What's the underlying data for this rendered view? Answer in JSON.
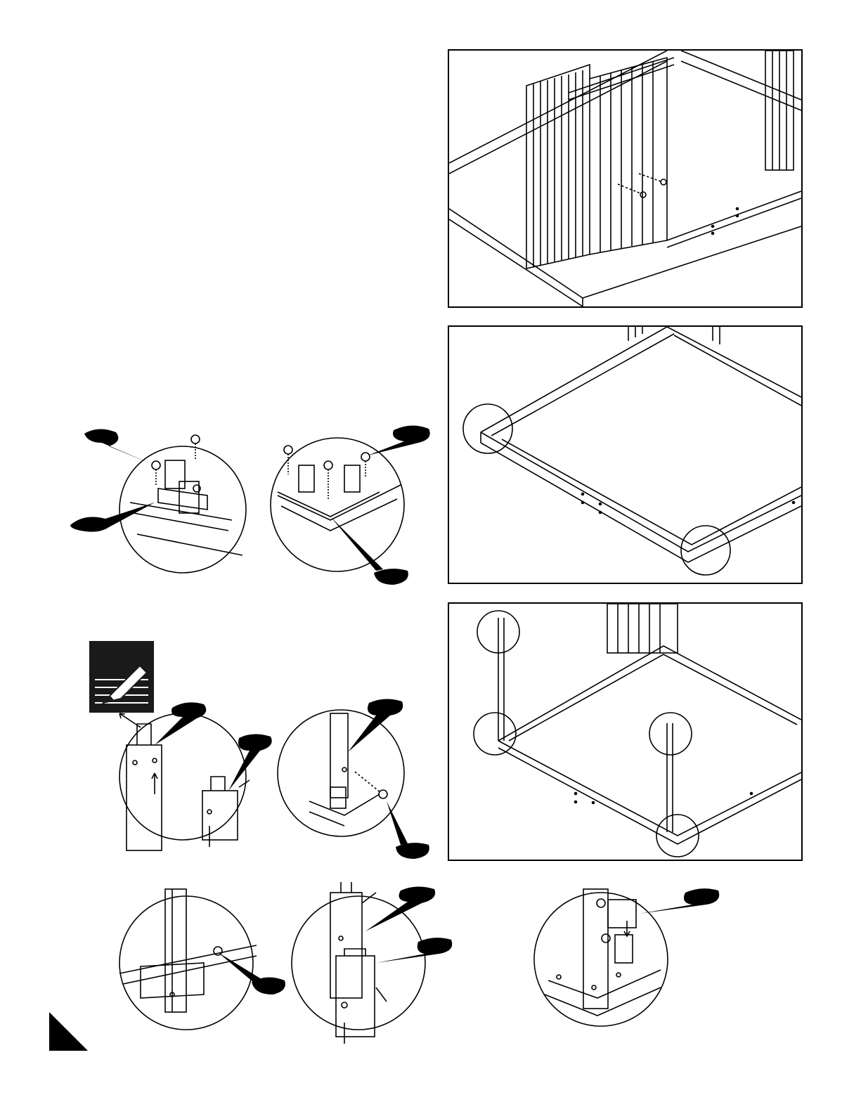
{
  "page": {
    "background": "#ffffff",
    "ink": "#000000"
  },
  "figures": [
    {
      "name": "panel-wall-install",
      "icon": "wall-panel-illustration"
    },
    {
      "name": "base-frame-corners",
      "icon": "base-frame-illustration"
    },
    {
      "name": "corner-posts-raised",
      "icon": "corner-post-illustration"
    }
  ],
  "callouts": {
    "count": 10,
    "shape": "speech-bubble-pointer",
    "color": "#000000"
  },
  "note_icon": {
    "icon": "pencil-note-icon",
    "background": "#1a1a1a"
  },
  "page_corner": {
    "icon": "corner-triangle-marker",
    "color": "#000000"
  }
}
